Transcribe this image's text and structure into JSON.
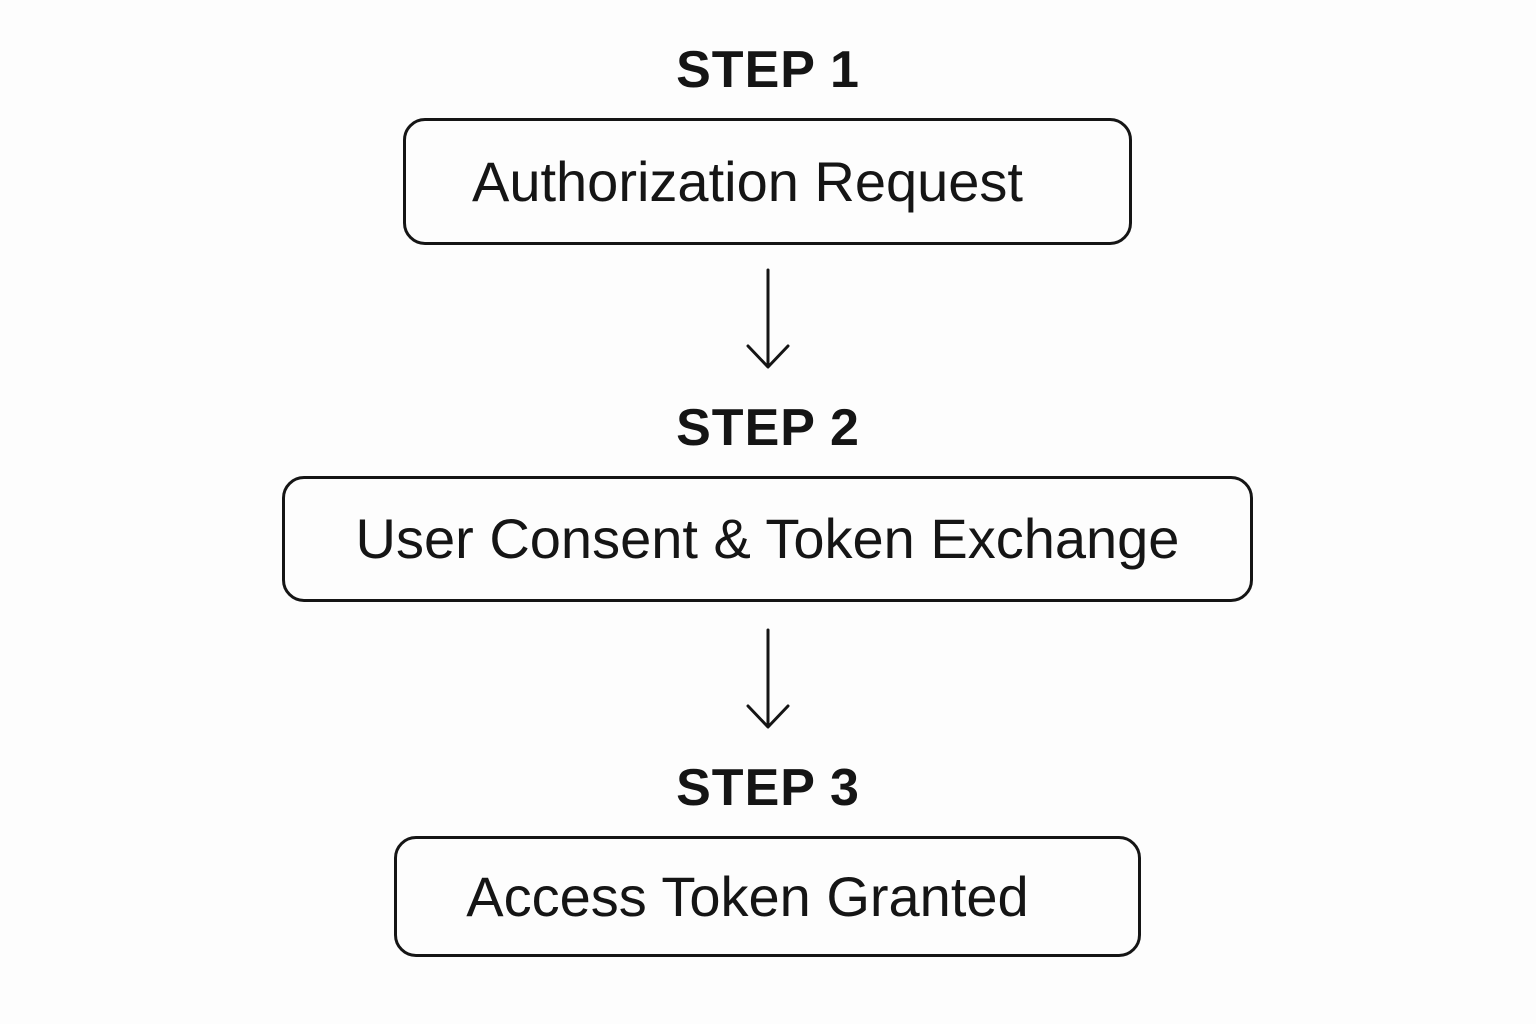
{
  "steps": [
    {
      "label": "STEP",
      "number": "1",
      "text": "Authorization Request"
    },
    {
      "label": "STEP",
      "number": "2",
      "text": "User Consent & Token Exchange"
    },
    {
      "label": "STEP",
      "number": "3",
      "text": "Access Token Granted"
    }
  ],
  "arrows": [
    {
      "icon": "arrow-down-icon",
      "from": "1",
      "to": "2"
    },
    {
      "icon": "arrow-down-icon",
      "from": "2",
      "to": "3"
    }
  ],
  "colors": {
    "background": "#fdfdfd",
    "ink": "#151515"
  }
}
